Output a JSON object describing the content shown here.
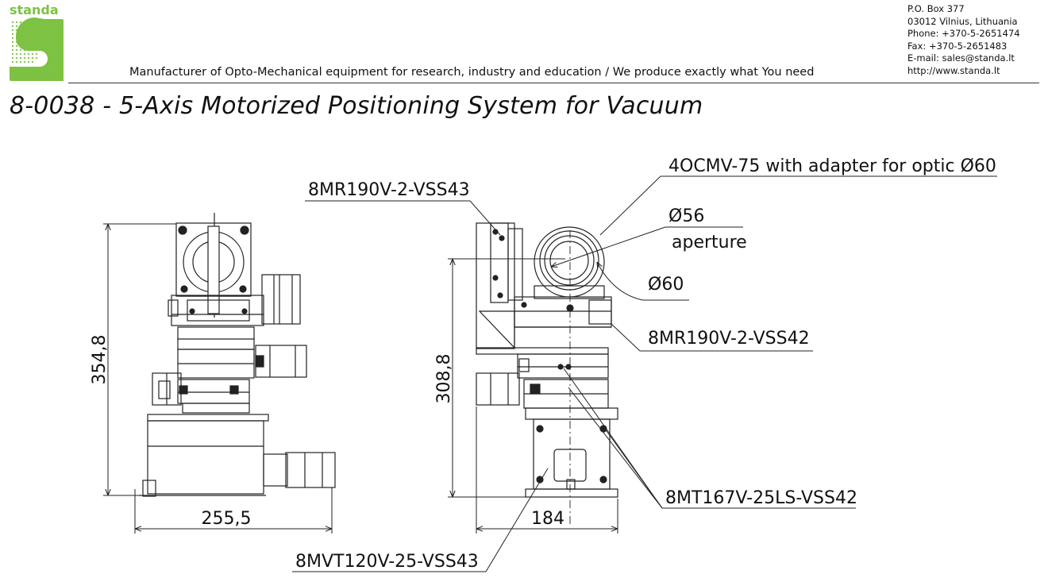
{
  "header": {
    "brand": "standa",
    "tagline": "Manufacturer of Opto-Mechanical equipment for research, industry and education / We produce exactly what You need",
    "contact": [
      "P.O. Box 377",
      "03012 Vilnius, Lithuania",
      "Phone: +370-5-2651474",
      "Fax: +370-5-2651483",
      "E-mail: sales@standa.lt",
      "http://www.standa.lt"
    ]
  },
  "title": "8-0038 - 5-Axis Motorized Positioning System for Vacuum",
  "dimensions": {
    "height_front": "354,8",
    "width_front": "255,5",
    "height_side": "308,8",
    "width_side": "184"
  },
  "callouts": {
    "mirror_mount": "4OCMV-75 with adapter for optic Ø60",
    "aperture_diameter": "Ø56",
    "aperture_word": "aperture",
    "optic_diameter": "Ø60",
    "rotation_stage_top": "8MR190V-2-VSS43",
    "rotation_stage_mid": "8MR190V-2-VSS42",
    "translation_stages": "8MT167V-25LS-VSS42",
    "vertical_stage": "8MVT120V-25-VSS43"
  },
  "colors": {
    "brand_green": "#7dc242",
    "line": "#222222"
  }
}
